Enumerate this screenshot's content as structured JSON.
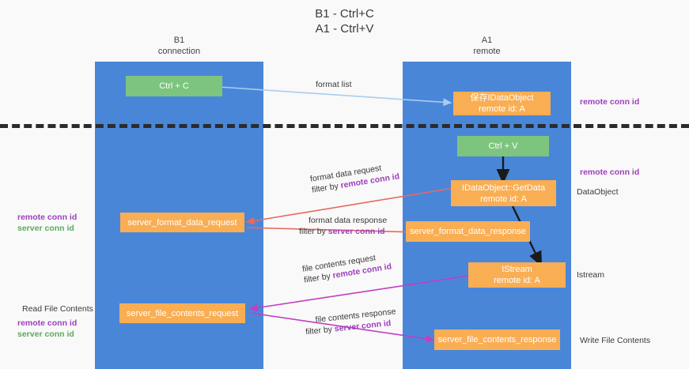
{
  "title": {
    "line1": "B1 - Ctrl+C",
    "line2": "A1 - Ctrl+V"
  },
  "columns": {
    "left": {
      "name": "B1",
      "role": "connection"
    },
    "right": {
      "name": "A1",
      "role": "remote"
    }
  },
  "nodes": {
    "ctrl_c": {
      "label": "Ctrl + C",
      "color": "#7dc57f"
    },
    "ctrl_v": {
      "label": "Ctrl + V",
      "color": "#7dc57f"
    },
    "save_dataobject": {
      "line1": "保存IDataObject",
      "line2": "remote id: A",
      "color": "#f9ae54"
    },
    "getdata": {
      "line1": "IDataObject::GetData",
      "line2": "remote id: A",
      "color": "#f9ae54"
    },
    "istream": {
      "line1": "IStream",
      "line2": "remote id: A",
      "color": "#f9ae54"
    },
    "server_format_data_request": {
      "label": "server_format_data_request",
      "color": "#f9ae54"
    },
    "server_format_data_response": {
      "label": "server_format_data_response",
      "color": "#f9ae54"
    },
    "server_file_contents_request": {
      "label": "server_file_contents_request",
      "color": "#f9ae54"
    },
    "server_file_contents_response": {
      "label": "server_file_contents_response",
      "color": "#f9ae54"
    }
  },
  "edges": {
    "format_list": {
      "label": "format list",
      "color": "#aacdee"
    },
    "format_data_request": {
      "line1": "format data request",
      "prefix": "filter by ",
      "key": "remote conn id",
      "color": "#e8685f"
    },
    "format_data_response": {
      "line1": "format data response",
      "prefix": "filter by ",
      "key": "server conn id",
      "color": "#e8685f"
    },
    "file_contents_request": {
      "line1": "file contents request",
      "prefix": "filter by ",
      "key": "remote conn id",
      "color": "#c13fc1"
    },
    "file_contents_response": {
      "line1": "file contents response",
      "prefix": "filter by ",
      "key": "server conn id",
      "color": "#c13fc1"
    }
  },
  "annotations": {
    "right_top": "remote conn id",
    "right_mid_key": "remote conn id",
    "right_mid_label": "DataObject",
    "right_istream": "Istream",
    "right_write": "Write File Contents",
    "left_mid_key1": "remote conn id",
    "left_mid_key2": "server conn id",
    "left_read": "Read File Contents",
    "left_bottom_key1": "remote conn id",
    "left_bottom_key2": "server conn id"
  },
  "colors": {
    "lane": "#4a86d8",
    "green": "#7dc57f",
    "orange": "#f9ae54",
    "purple": "#9c3fbd",
    "green_text": "#5da95f",
    "red_arrow": "#e8685f",
    "magenta_arrow": "#c13fc1",
    "blue_arrow": "#aacdee",
    "divider": "#2b2b2b"
  }
}
